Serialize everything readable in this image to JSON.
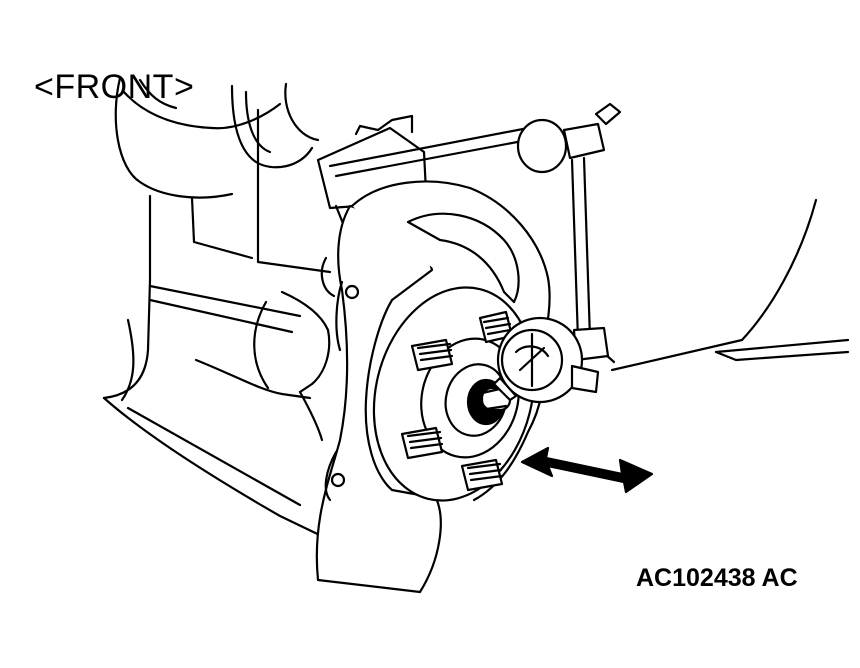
{
  "labels": {
    "orientation": "<FRONT>",
    "figure_code": "AC102438",
    "figure_code_suffix": "AC"
  },
  "illustration": {
    "parts": [
      "fender-well",
      "knuckle",
      "brake-dust-shield",
      "wheel-hub",
      "wheel-studs",
      "dial-indicator",
      "magnetic-base-stand",
      "direction-arrow"
    ],
    "stroke_color": "#000000",
    "fill_color": "#ffffff"
  }
}
